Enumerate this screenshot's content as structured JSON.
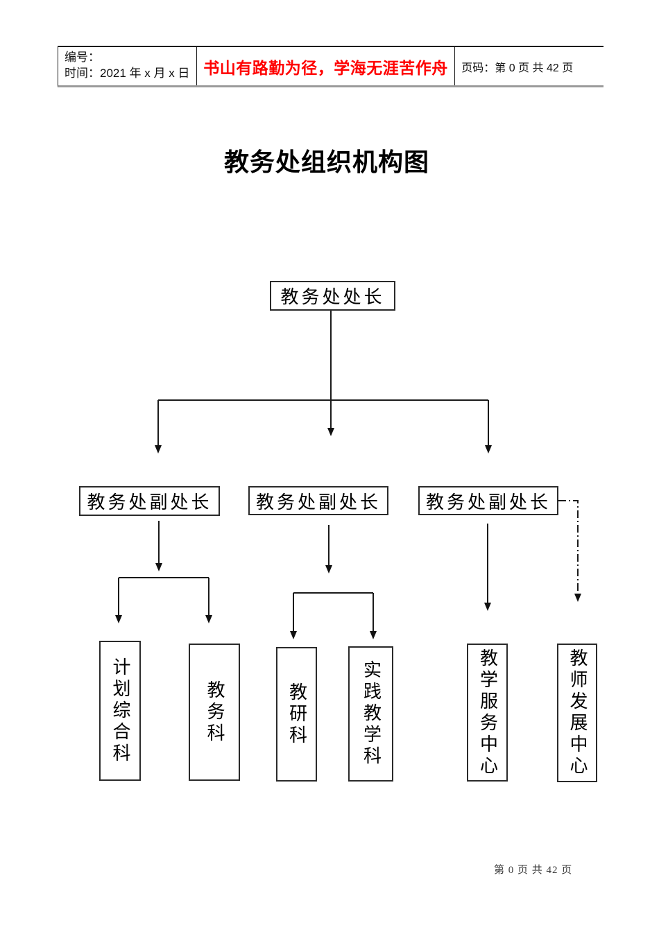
{
  "header": {
    "number_label": "编号：",
    "time_label": "时间：2021 年 x 月 x 日",
    "motto": "书山有路勤为径，学海无涯苦作舟",
    "page_info": "页码：第 0 页 共 42 页"
  },
  "title": "教务处组织机构图",
  "footer": "第 0 页 共 42 页",
  "colors": {
    "motto_red": "#ff0000",
    "line_black": "#1a1a1a",
    "header_bottom_border_gray": "#9a9a9a"
  },
  "diagram": {
    "root": "教务处处长",
    "deputies": [
      "教务处副处长",
      "教务处副处长",
      "教务处副处长"
    ],
    "departments": [
      "计划综合科",
      "教务科",
      "教研科",
      "实践教学科",
      "教学服务中心",
      "教师发展中心"
    ],
    "edges": [
      {
        "from": "教务处处长",
        "to": "教务处副处长(左)",
        "style": "solid-arrow"
      },
      {
        "from": "教务处处长",
        "to": "教务处副处长(中)",
        "style": "solid-arrow"
      },
      {
        "from": "教务处处长",
        "to": "教务处副处长(右)",
        "style": "solid-arrow"
      },
      {
        "from": "教务处副处长(左)",
        "to": "计划综合科",
        "style": "solid-arrow"
      },
      {
        "from": "教务处副处长(左)",
        "to": "教务科",
        "style": "solid-arrow"
      },
      {
        "from": "教务处副处长(中)",
        "to": "教研科",
        "style": "solid-arrow"
      },
      {
        "from": "教务处副处长(中)",
        "to": "实践教学科",
        "style": "solid-arrow"
      },
      {
        "from": "教务处副处长(右)",
        "to": "教学服务中心",
        "style": "solid-arrow"
      },
      {
        "from": "教务处副处长(右)",
        "to": "教师发展中心",
        "style": "dash-dot-arrow"
      }
    ]
  }
}
